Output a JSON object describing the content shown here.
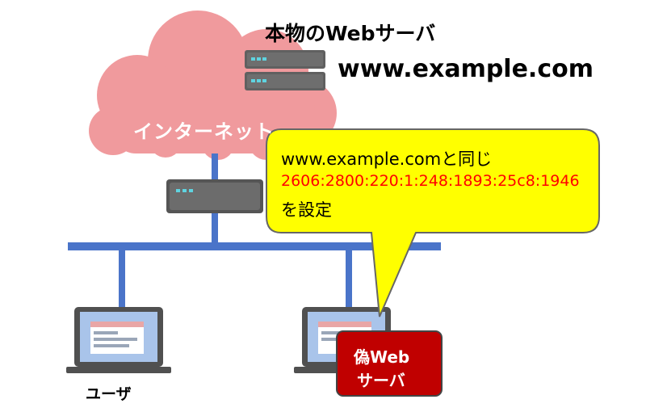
{
  "title": {
    "main": "本物のWebサーバ",
    "host": "www.example.com"
  },
  "cloud": {
    "label": "インターネット"
  },
  "callout": {
    "line1": "www.example.comと同じ",
    "line2": "2606:2800:220:1:248:1893:25c8:1946",
    "line3": "を設定"
  },
  "user": {
    "label": "ユーザ"
  },
  "fake_server": {
    "line1": "偽Web",
    "line2": "サーバ"
  },
  "colors": {
    "cloud": "#f09a9d",
    "network_line": "#4a74c9",
    "server": "#606060",
    "server_led": "#5fd3e0",
    "callout_fill": "#ffff00",
    "callout_border": "#666666",
    "fake_server": "#c00000",
    "ip_text": "#ff0000"
  }
}
